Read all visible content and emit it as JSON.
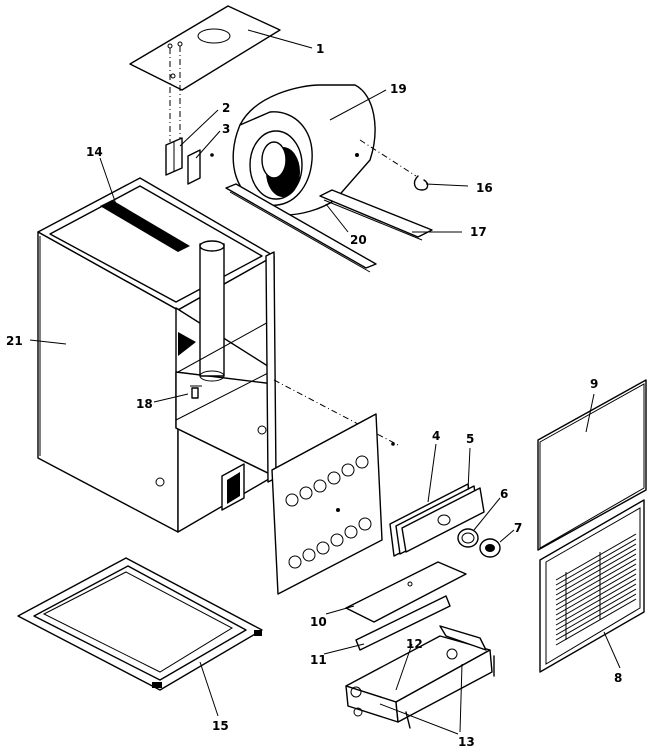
{
  "parts": [
    {
      "num": "1"
    },
    {
      "num": "2"
    },
    {
      "num": "3"
    },
    {
      "num": "4"
    },
    {
      "num": "5"
    },
    {
      "num": "6"
    },
    {
      "num": "7"
    },
    {
      "num": "8"
    },
    {
      "num": "9"
    },
    {
      "num": "10"
    },
    {
      "num": "11"
    },
    {
      "num": "12"
    },
    {
      "num": "13"
    },
    {
      "num": "14"
    },
    {
      "num": "15"
    },
    {
      "num": "16"
    },
    {
      "num": "17"
    },
    {
      "num": "18"
    },
    {
      "num": "19"
    },
    {
      "num": "20"
    },
    {
      "num": "21"
    }
  ]
}
